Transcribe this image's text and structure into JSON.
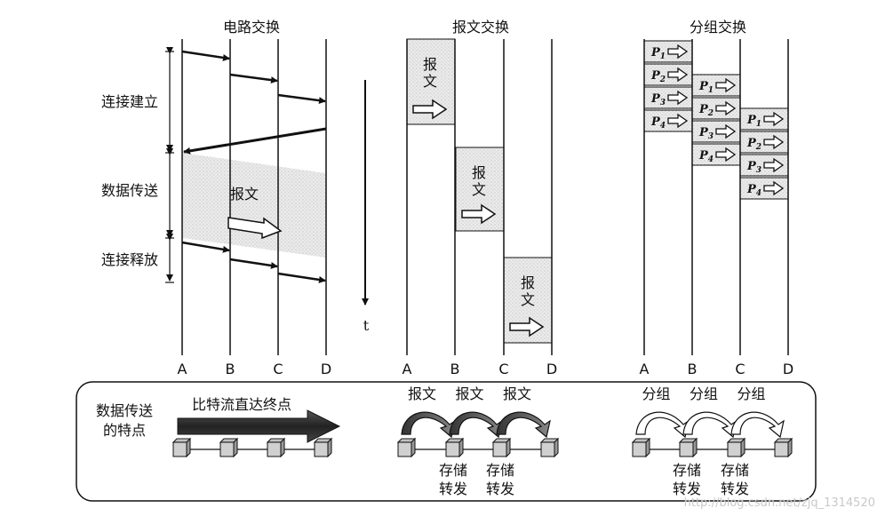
{
  "circuit": {
    "title": "电路交换",
    "phases": [
      "连接建立",
      "数据传送",
      "连接释放"
    ],
    "message_label": "报文",
    "nodes": [
      "A",
      "B",
      "C",
      "D"
    ]
  },
  "message": {
    "title": "报文交换",
    "message_label": "报文",
    "nodes": [
      "A",
      "B",
      "C",
      "D"
    ]
  },
  "packet": {
    "title": "分组交换",
    "packets": [
      "P1",
      "P2",
      "P3",
      "P4"
    ],
    "nodes": [
      "A",
      "B",
      "C",
      "D"
    ]
  },
  "time_axis_label": "t",
  "bottom": {
    "title": "数据传送的特点",
    "circuit_label": "比特流直达终点",
    "message_label": "报文",
    "packet_label": "分组",
    "store_forward": "存储转发"
  },
  "watermark": "http://blog.csdn.net/zjq_1314520"
}
